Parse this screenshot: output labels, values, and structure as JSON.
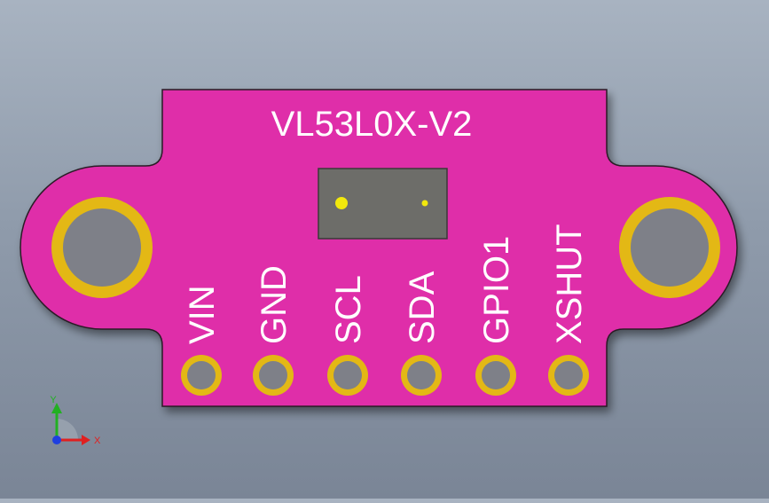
{
  "board": {
    "title": "VL53L0X-V2",
    "colors": {
      "pcb": "#df2fa9",
      "pcb_edge": "#2a1a25",
      "pad_ring": "#e3b815",
      "pad_hole": "#7e8088",
      "sensor": "#6d6d69",
      "sensor_dot": "#f2e80c",
      "silkscreen": "#ffffff"
    },
    "pins": [
      {
        "label": "VIN"
      },
      {
        "label": "GND"
      },
      {
        "label": "SCL"
      },
      {
        "label": "SDA"
      },
      {
        "label": "GPIO1"
      },
      {
        "label": "XSHUT"
      }
    ]
  },
  "triad": {
    "x_label": "X",
    "y_label": "Y",
    "x_color": "#e02020",
    "y_color": "#22b022",
    "z_color": "#1f3fe0"
  }
}
